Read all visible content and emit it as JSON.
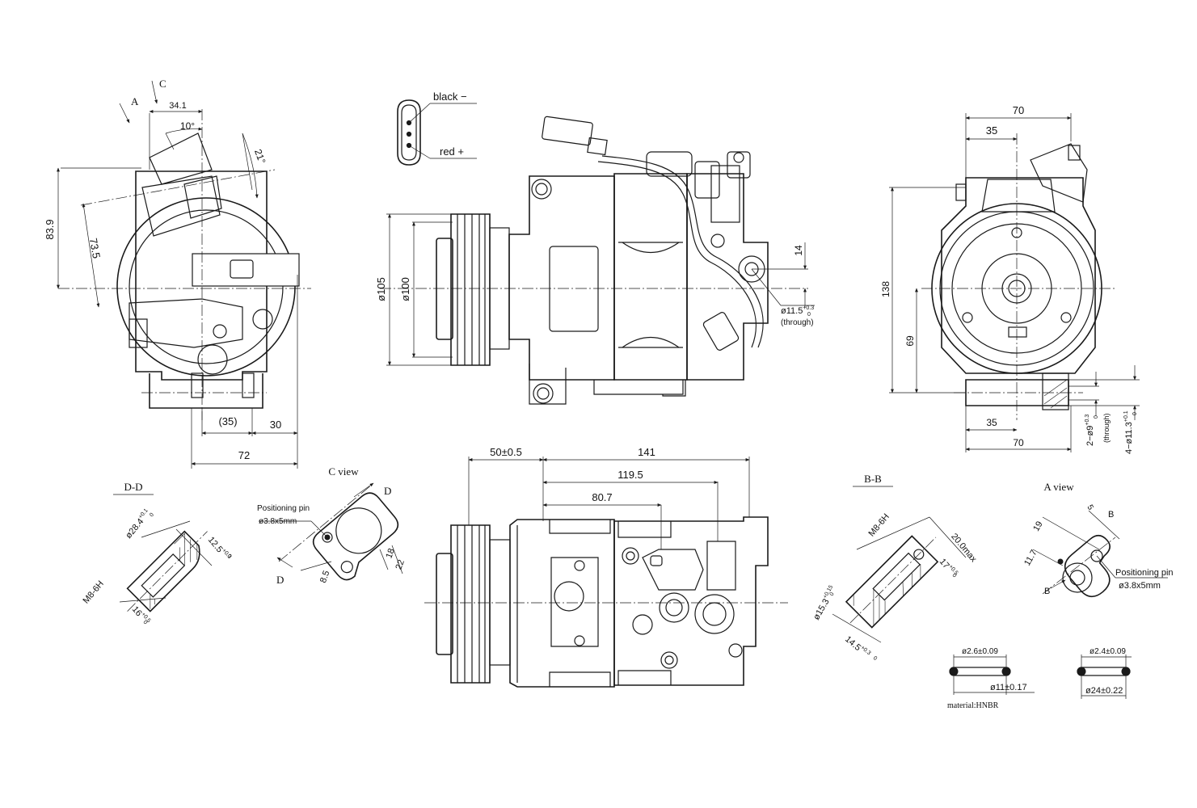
{
  "front_view": {
    "view_a_label": "A",
    "view_c_label": "C",
    "dim_34_1": "34.1",
    "dim_10deg": "10°",
    "dim_21deg": "21°",
    "dim_83_9": "83.9",
    "dim_73_5": "73.5",
    "dim_35_paren": "(35)",
    "dim_30": "30",
    "dim_72": "72"
  },
  "connector": {
    "black_label": "black  −",
    "red_label": "red  +"
  },
  "side_view": {
    "dim_105": "ø105",
    "dim_100": "ø100",
    "dim_14": "14",
    "dim_11_5_base": "ø11.5",
    "dim_11_5_tol_upper": "+0.3",
    "dim_11_5_tol_lower": "0",
    "through_label": "(through)"
  },
  "rear_view": {
    "dim_70_top": "70",
    "dim_35_top": "35",
    "dim_138": "138",
    "dim_69": "69",
    "dim_35_bottom": "35",
    "dim_70_bottom": "70",
    "hole_2x_base": "2−ø9",
    "hole_2x_tol_upper": "+0.3",
    "hole_2x_tol_lower": "0",
    "hole_2x_note": "(through)",
    "hole_4x_base": "4−ø11.3",
    "hole_4x_tol_upper": "+0.1",
    "hole_4x_tol_lower": "0"
  },
  "section_dd": {
    "title": "D-D",
    "thread": "M8-6H",
    "dia_base": "ø28.4",
    "dia_tol_upper": "+0.1",
    "dia_tol_lower": "0",
    "depth_base": "12.5",
    "depth_tol_upper": "+0.3",
    "depth_tol_lower": "0",
    "length_base": "16",
    "length_tol_upper": "+0.5",
    "length_tol_lower": "0"
  },
  "c_view": {
    "title": "C view",
    "pin_label": "Positioning pin",
    "pin_size": "ø3.8x5mm",
    "d_label": "D",
    "dim_8_5": "8.5",
    "dim_18": "18",
    "dim_22": "22"
  },
  "top_view": {
    "dim_50": "50±0.5",
    "dim_141": "141",
    "dim_119_5": "119.5",
    "dim_80_7": "80.7"
  },
  "section_bb": {
    "title": "B-B",
    "thread": "M8-6H",
    "dim_20": "20.0max",
    "dim_17_base": "17",
    "dim_17_tol_upper": "+0.5",
    "dim_17_tol_lower": "0",
    "dia_base": "ø15.3",
    "dia_tol_upper": "+0.15",
    "dia_tol_lower": "0",
    "dim_14_5_base": "14.5",
    "dim_14_5_tol_upper": "+0.3",
    "dim_14_5_tol_lower": "0"
  },
  "a_view": {
    "title": "A view",
    "b_label": "B",
    "dim_5": "5",
    "dim_19": "19",
    "dim_11_7": "11.7",
    "pin_label": "Positioning pin",
    "pin_size": "ø3.8x5mm"
  },
  "o_rings": {
    "ring1_cross": "ø2.6±0.09",
    "ring1_id": "ø11±0.17",
    "ring2_cross": "ø2.4±0.09",
    "ring2_id": "ø24±0.22",
    "material": "material:HNBR"
  }
}
